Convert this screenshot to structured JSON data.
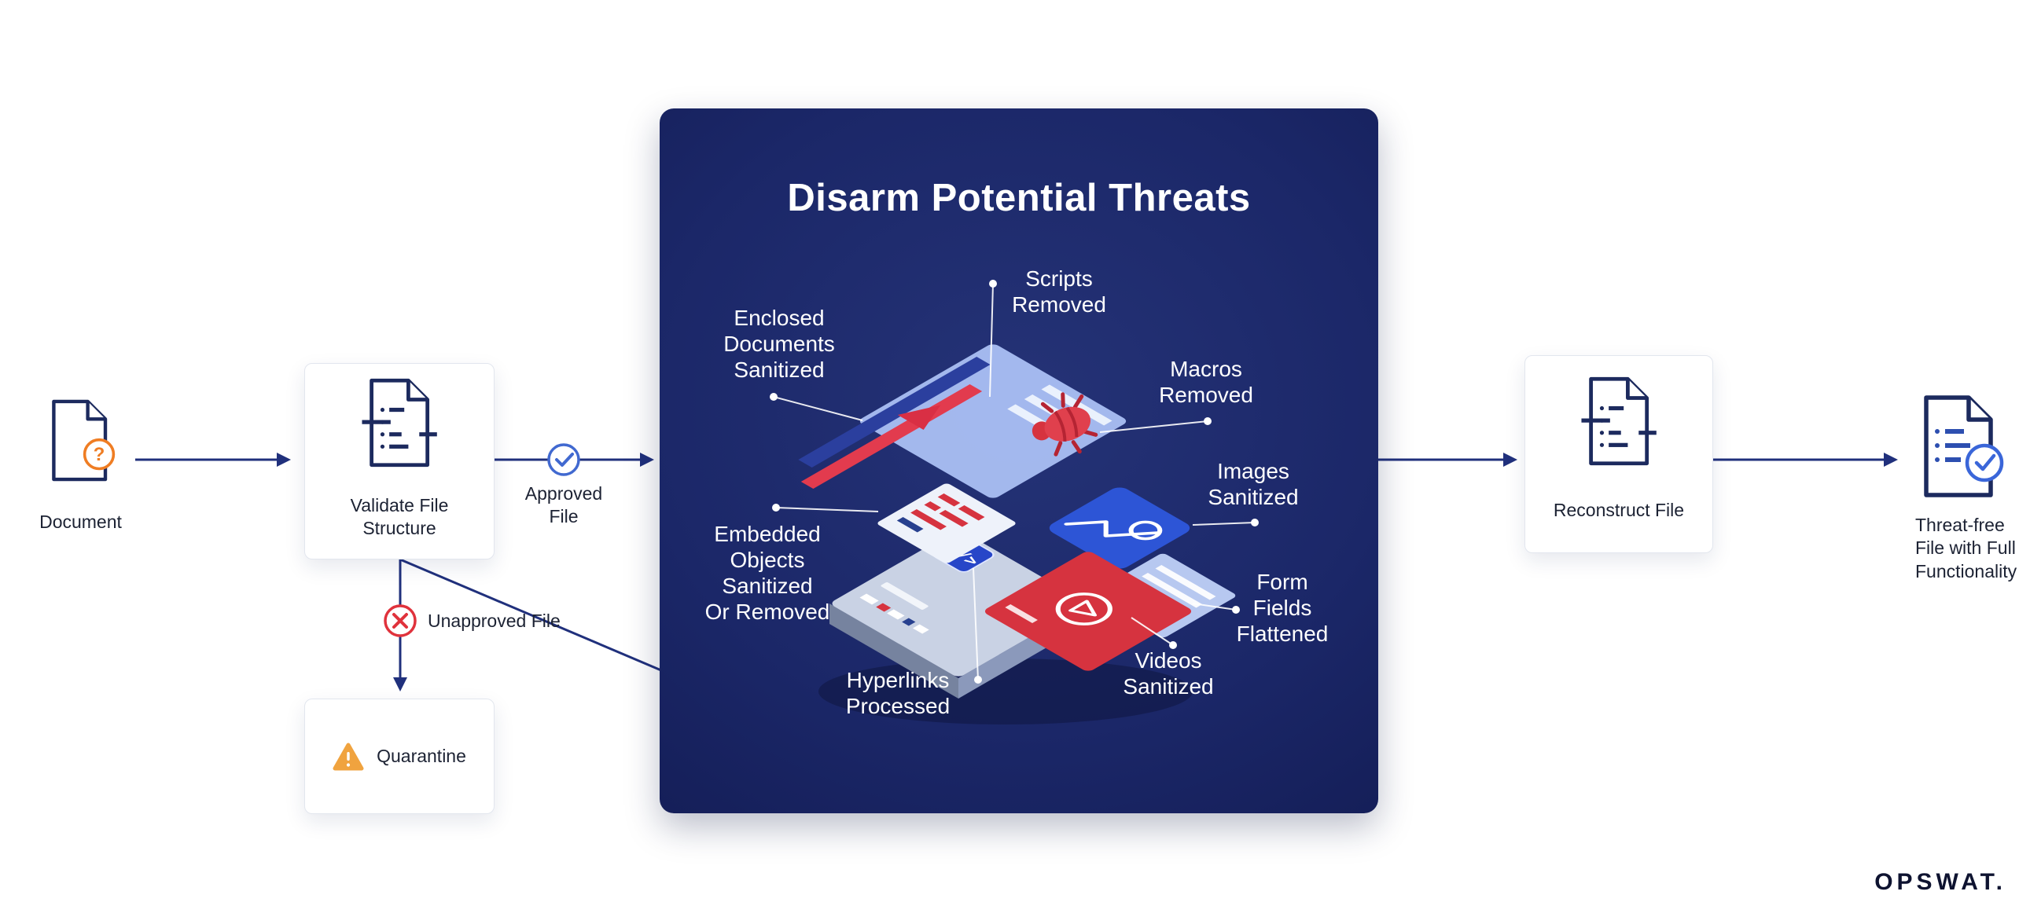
{
  "colors": {
    "navy_outline": "#1c2a5e",
    "arrow": "#20307c",
    "panel_bg": "#1b2768",
    "red": "#d6333f",
    "orange": "#ef7d23",
    "amber": "#f0a33f",
    "blue": "#3a66d9",
    "light_layer": "#a9bdf2",
    "white": "#ffffff"
  },
  "nodes": {
    "document": "Document",
    "validate": "Validate File\nStructure",
    "approved": "Approved\nFile",
    "unapproved": "Unapproved File",
    "quarantine": "Quarantine",
    "reconstruct": "Reconstruct File",
    "threat_free": "Threat-free\nFile with Full\nFunctionality"
  },
  "panel": {
    "title": "Disarm Potential Threats",
    "callouts": [
      {
        "id": "scripts-removed",
        "text": "Scripts\nRemoved"
      },
      {
        "id": "enclosed-documents-sanitized",
        "text": "Enclosed\nDocuments\nSanitized"
      },
      {
        "id": "macros-removed",
        "text": "Macros\nRemoved"
      },
      {
        "id": "images-sanitized",
        "text": "Images\nSanitized"
      },
      {
        "id": "embedded-objects-sanitized-or-removed",
        "text": "Embedded\nObjects\nSanitized\nOr Removed"
      },
      {
        "id": "form-fields-flattened",
        "text": "Form\nFields\nFlattened"
      },
      {
        "id": "videos-sanitized",
        "text": "Videos\nSanitized"
      },
      {
        "id": "hyperlinks-processed",
        "text": "Hyperlinks\nProcessed"
      }
    ]
  },
  "brand": {
    "logo_text": "OPSWAT."
  }
}
